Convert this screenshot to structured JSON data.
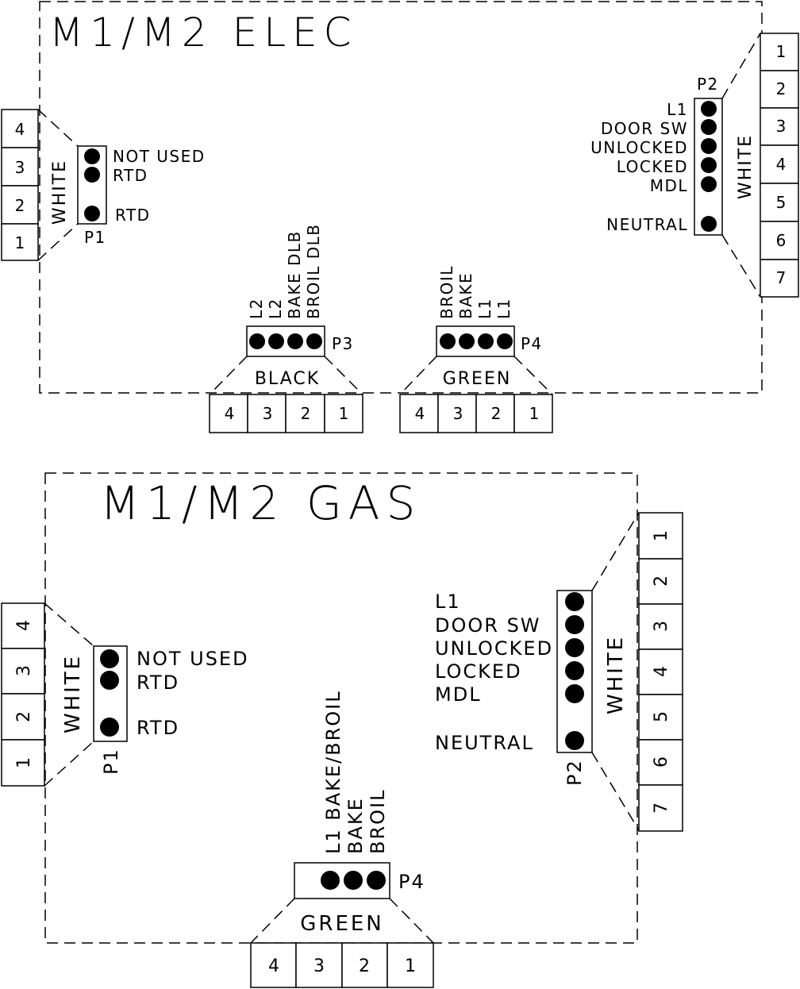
{
  "elec": {
    "title": "M1/M2 ELEC",
    "p1": {
      "name": "P1",
      "color": "WHITE",
      "labels": [
        "NOT USED",
        "RTD",
        "RTD"
      ],
      "terminals": [
        "4",
        "3",
        "2",
        "1"
      ]
    },
    "p2": {
      "name": "P2",
      "color": "WHITE",
      "labels": [
        "L1",
        "DOOR SW",
        "UNLOCKED",
        "LOCKED",
        "MDL",
        "NEUTRAL"
      ],
      "terminals": [
        "1",
        "2",
        "3",
        "4",
        "5",
        "6",
        "7"
      ]
    },
    "p3": {
      "name": "P3",
      "color": "BLACK",
      "wires": [
        "L2",
        "L2",
        "BAKE DLB",
        "BROIL DLB"
      ],
      "terminals": [
        "4",
        "3",
        "2",
        "1"
      ]
    },
    "p4": {
      "name": "P4",
      "color": "GREEN",
      "wires": [
        "BROIL",
        "BAKE",
        "L1",
        "L1"
      ],
      "terminals": [
        "4",
        "3",
        "2",
        "1"
      ]
    }
  },
  "gas": {
    "title": "M1/M2 GAS",
    "p1": {
      "name": "P1",
      "color": "WHITE",
      "labels": [
        "NOT USED",
        "RTD",
        "RTD"
      ],
      "terminals": [
        "4",
        "3",
        "2",
        "1"
      ]
    },
    "p2": {
      "name": "P2",
      "color": "WHITE",
      "labels": [
        "L1",
        "DOOR SW",
        "UNLOCKED",
        "LOCKED",
        "MDL",
        "NEUTRAL"
      ],
      "terminals": [
        "1",
        "2",
        "3",
        "4",
        "5",
        "6",
        "7"
      ]
    },
    "p4": {
      "name": "P4",
      "color": "GREEN",
      "wires": [
        "L1 BAKE/BROIL",
        "BAKE",
        "BROIL"
      ],
      "terminals": [
        "4",
        "3",
        "2",
        "1"
      ]
    }
  }
}
